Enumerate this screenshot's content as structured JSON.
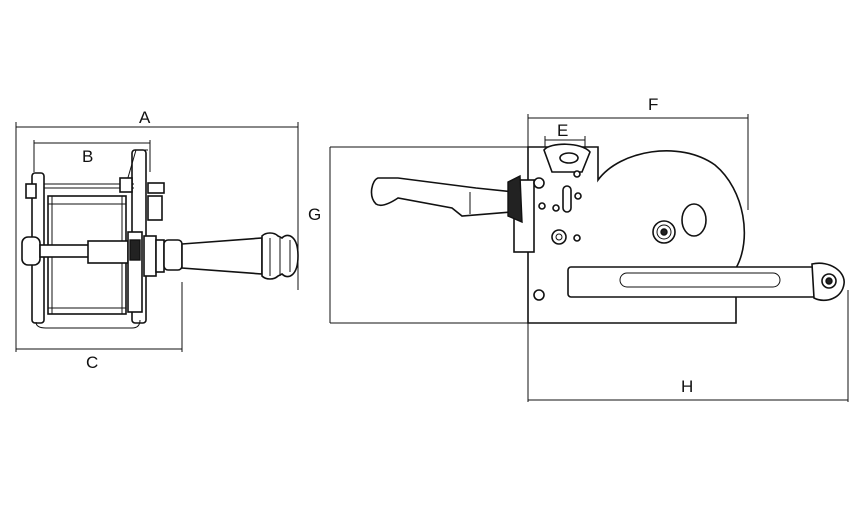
{
  "dimensions": {
    "a": "A",
    "b": "B",
    "c": "C",
    "e": "E",
    "f": "F",
    "g": "G",
    "h": "H"
  },
  "colors": {
    "line": "#111111",
    "background": "#ffffff"
  }
}
